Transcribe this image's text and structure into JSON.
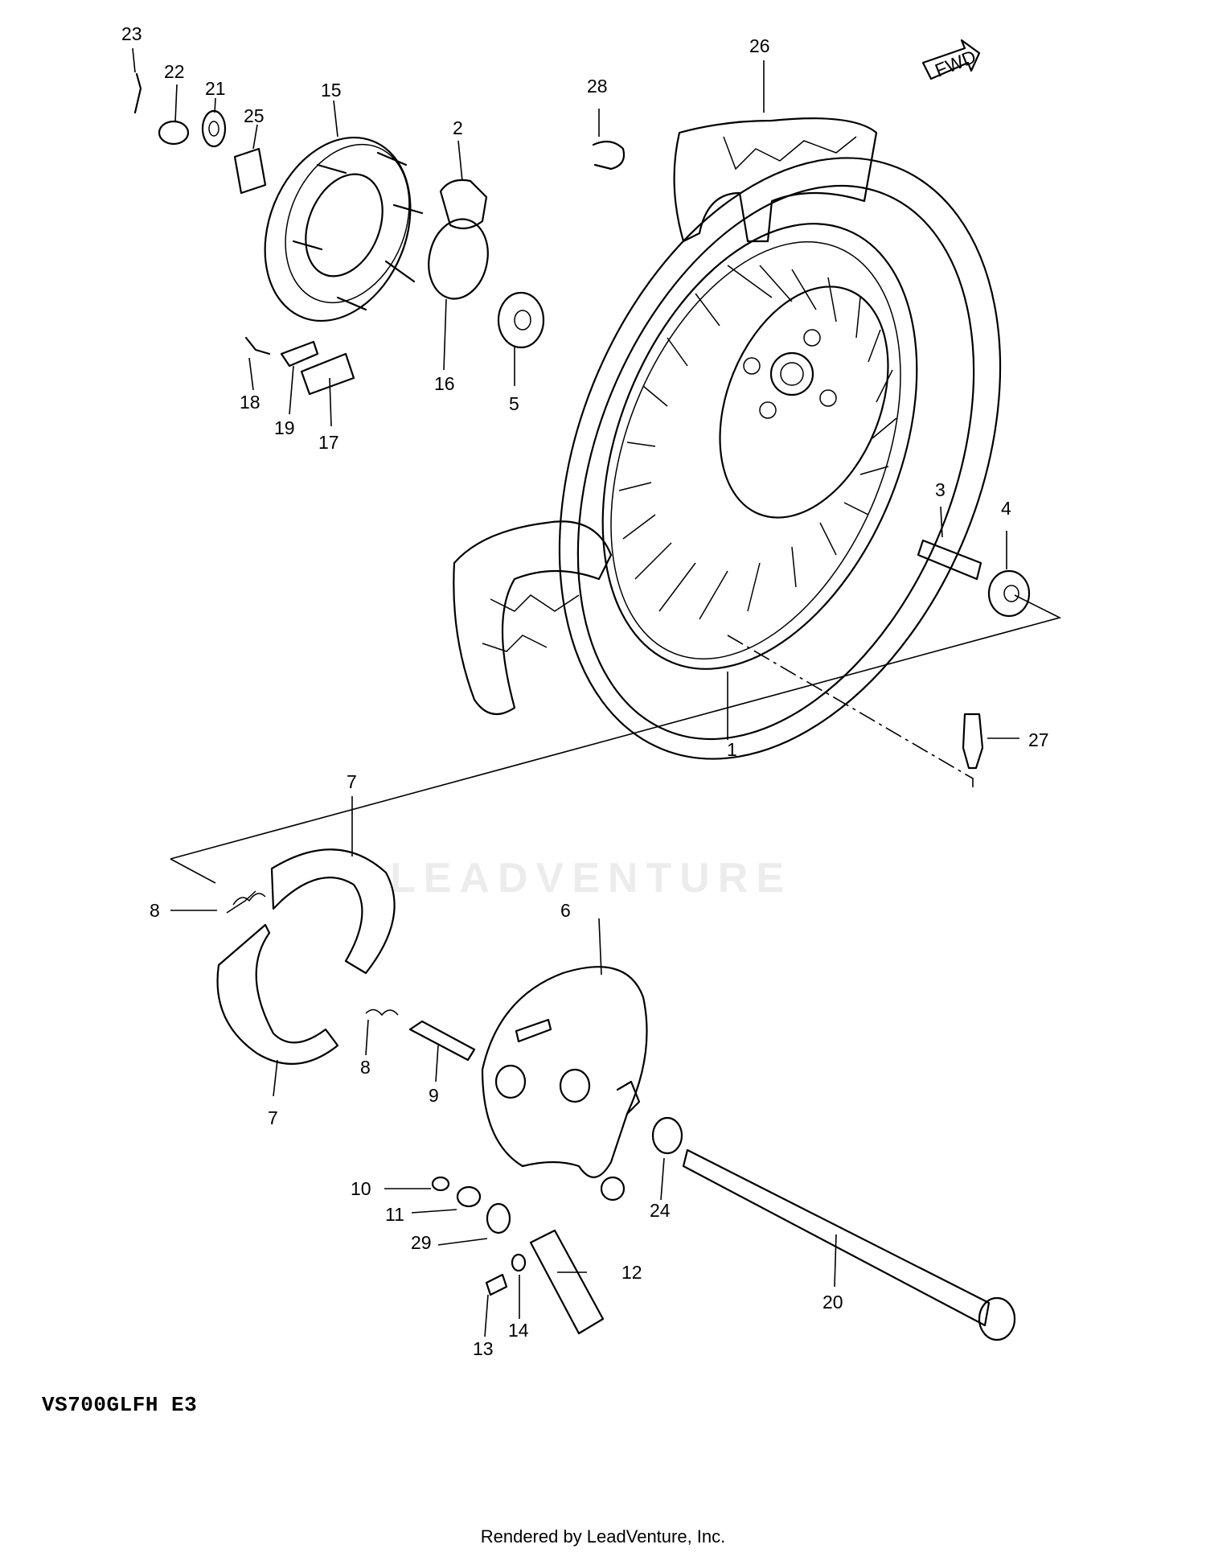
{
  "diagram": {
    "model_code": "VS700GLFH E3",
    "footer": "Rendered by LeadVenture, Inc.",
    "watermark": "LEADVENTURE",
    "fwd_badge": "FWD",
    "callouts": [
      {
        "id": "c1",
        "text": "1"
      },
      {
        "id": "c2",
        "text": "2"
      },
      {
        "id": "c3",
        "text": "3"
      },
      {
        "id": "c4",
        "text": "4"
      },
      {
        "id": "c5",
        "text": "5"
      },
      {
        "id": "c6",
        "text": "6"
      },
      {
        "id": "c7a",
        "text": "7"
      },
      {
        "id": "c7b",
        "text": "7"
      },
      {
        "id": "c8a",
        "text": "8"
      },
      {
        "id": "c8b",
        "text": "8"
      },
      {
        "id": "c9",
        "text": "9"
      },
      {
        "id": "c10",
        "text": "10"
      },
      {
        "id": "c11",
        "text": "11"
      },
      {
        "id": "c12",
        "text": "12"
      },
      {
        "id": "c13",
        "text": "13"
      },
      {
        "id": "c14",
        "text": "14"
      },
      {
        "id": "c15",
        "text": "15"
      },
      {
        "id": "c16",
        "text": "16"
      },
      {
        "id": "c17",
        "text": "17"
      },
      {
        "id": "c18",
        "text": "18"
      },
      {
        "id": "c19",
        "text": "19"
      },
      {
        "id": "c20",
        "text": "20"
      },
      {
        "id": "c21",
        "text": "21"
      },
      {
        "id": "c22",
        "text": "22"
      },
      {
        "id": "c23",
        "text": "23"
      },
      {
        "id": "c24",
        "text": "24"
      },
      {
        "id": "c25",
        "text": "25"
      },
      {
        "id": "c26",
        "text": "26"
      },
      {
        "id": "c27",
        "text": "27"
      },
      {
        "id": "c28",
        "text": "28"
      },
      {
        "id": "c29",
        "text": "29"
      }
    ]
  }
}
